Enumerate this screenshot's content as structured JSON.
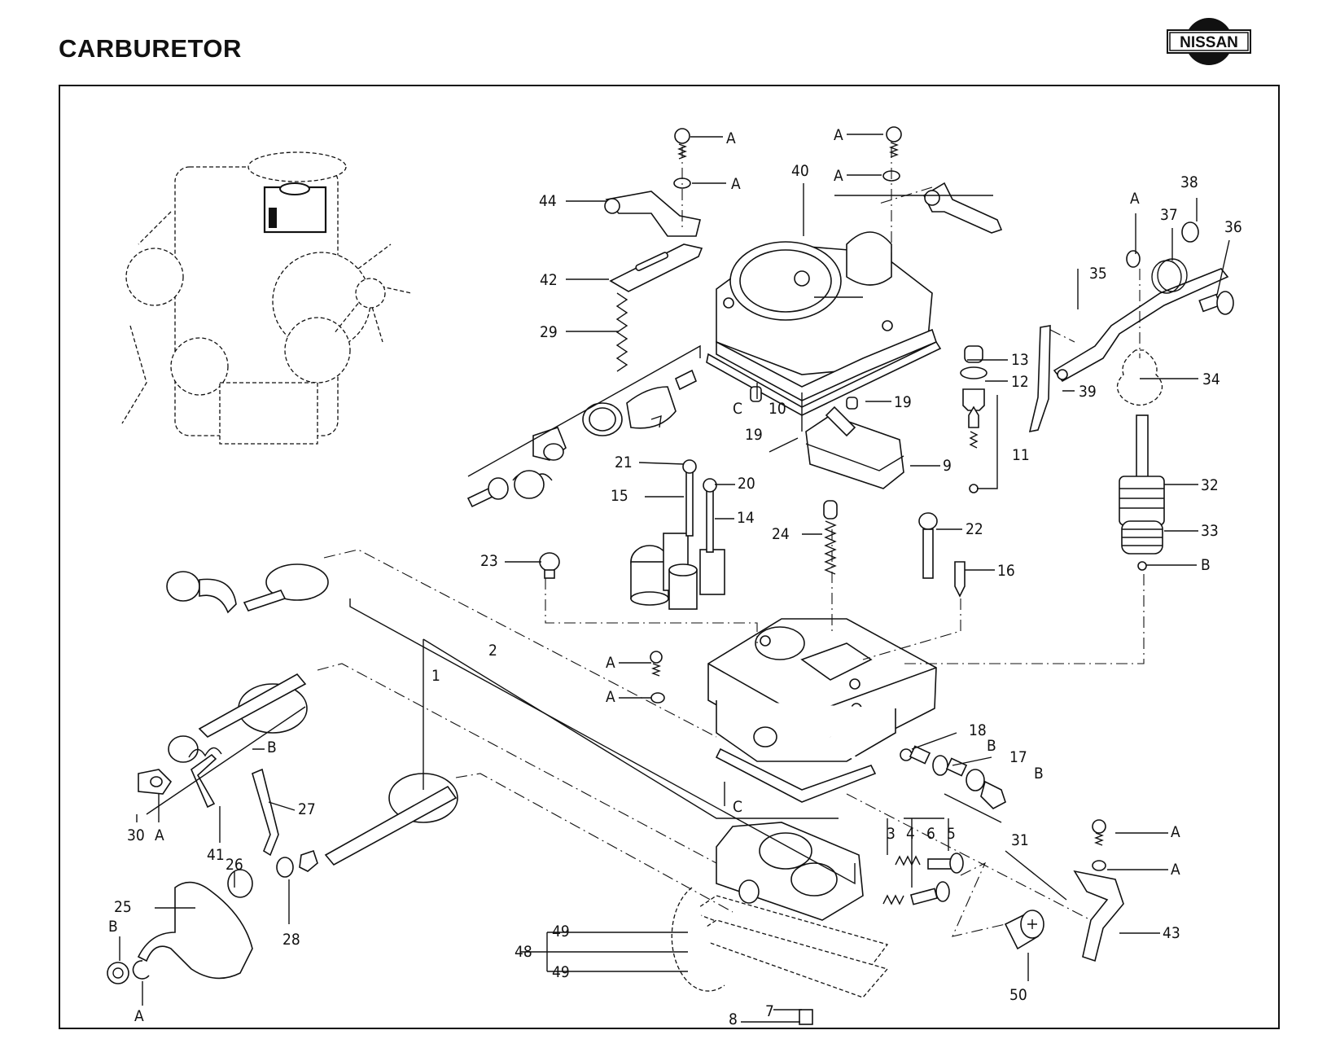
{
  "header": {
    "title": "CARBURETOR",
    "brand_logo_text": "NISSAN"
  },
  "diagram": {
    "type": "exploded-parts-view",
    "subject": "Carburetor assembly",
    "callouts": [
      {
        "id": "1",
        "label": "1"
      },
      {
        "id": "2",
        "label": "2"
      },
      {
        "id": "3",
        "label": "3"
      },
      {
        "id": "4",
        "label": "4"
      },
      {
        "id": "5",
        "label": "5"
      },
      {
        "id": "6",
        "label": "6"
      },
      {
        "id": "7",
        "label": "7"
      },
      {
        "id": "8",
        "label": "8"
      },
      {
        "id": "9",
        "label": "9"
      },
      {
        "id": "10",
        "label": "10"
      },
      {
        "id": "11",
        "label": "11"
      },
      {
        "id": "12",
        "label": "12"
      },
      {
        "id": "13",
        "label": "13"
      },
      {
        "id": "14",
        "label": "14"
      },
      {
        "id": "15",
        "label": "15"
      },
      {
        "id": "16",
        "label": "16"
      },
      {
        "id": "17",
        "label": "17"
      },
      {
        "id": "18",
        "label": "18"
      },
      {
        "id": "19a",
        "label": "19"
      },
      {
        "id": "19b",
        "label": "19"
      },
      {
        "id": "20",
        "label": "20"
      },
      {
        "id": "21",
        "label": "21"
      },
      {
        "id": "22",
        "label": "22"
      },
      {
        "id": "23",
        "label": "23"
      },
      {
        "id": "24",
        "label": "24"
      },
      {
        "id": "25",
        "label": "25"
      },
      {
        "id": "26",
        "label": "26"
      },
      {
        "id": "27",
        "label": "27"
      },
      {
        "id": "28",
        "label": "28"
      },
      {
        "id": "29",
        "label": "29"
      },
      {
        "id": "30",
        "label": "30"
      },
      {
        "id": "31",
        "label": "31"
      },
      {
        "id": "32",
        "label": "32"
      },
      {
        "id": "33",
        "label": "33"
      },
      {
        "id": "34",
        "label": "34"
      },
      {
        "id": "35",
        "label": "35"
      },
      {
        "id": "36",
        "label": "36"
      },
      {
        "id": "37",
        "label": "37"
      },
      {
        "id": "38",
        "label": "38"
      },
      {
        "id": "39",
        "label": "39"
      },
      {
        "id": "40",
        "label": "40"
      },
      {
        "id": "41",
        "label": "41"
      },
      {
        "id": "42",
        "label": "42"
      },
      {
        "id": "43",
        "label": "43"
      },
      {
        "id": "44",
        "label": "44"
      },
      {
        "id": "48",
        "label": "48"
      },
      {
        "id": "49a",
        "label": "49"
      },
      {
        "id": "49b",
        "label": "49"
      },
      {
        "id": "50",
        "label": "50"
      }
    ],
    "letter_markers": [
      {
        "id": "A1",
        "label": "A"
      },
      {
        "id": "A2",
        "label": "A"
      },
      {
        "id": "A3",
        "label": "A"
      },
      {
        "id": "A4",
        "label": "A"
      },
      {
        "id": "A5",
        "label": "A"
      },
      {
        "id": "A6",
        "label": "A"
      },
      {
        "id": "A7",
        "label": "A"
      },
      {
        "id": "A8",
        "label": "A"
      },
      {
        "id": "A9",
        "label": "A"
      },
      {
        "id": "A10",
        "label": "A"
      },
      {
        "id": "A11",
        "label": "A"
      },
      {
        "id": "B1",
        "label": "B"
      },
      {
        "id": "B2",
        "label": "B"
      },
      {
        "id": "B3",
        "label": "B"
      },
      {
        "id": "B4",
        "label": "B"
      },
      {
        "id": "B5",
        "label": "B"
      },
      {
        "id": "C1",
        "label": "C"
      },
      {
        "id": "C2",
        "label": "C"
      }
    ]
  }
}
